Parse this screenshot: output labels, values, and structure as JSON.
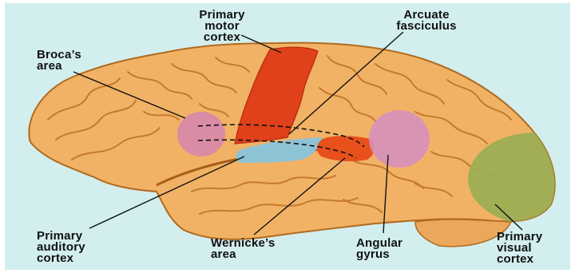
{
  "colors": {
    "background": "#d3eeee",
    "brain": "#f2b266",
    "brain_outline": "#b06a1e",
    "gyrus_line": "#c47a2a",
    "motor_cortex": "#e0401a",
    "wernicke": "#e8501c",
    "broca": "#d88aa8",
    "angular_gyrus": "#d790bb",
    "auditory_cortex": "#8ec3d6",
    "visual_cortex": "#9aae52",
    "leader_line": "#111111"
  },
  "labels": {
    "primary_motor_cortex": [
      "Primary",
      "motor",
      "cortex"
    ],
    "arcuate_fasciculus": [
      "Arcuate",
      "fasciculus"
    ],
    "brocas_area": [
      "Broca’s",
      "area"
    ],
    "primary_auditory_cortex": [
      "Primary",
      "auditory",
      "cortex"
    ],
    "wernickes_area": [
      "Wernicke’s",
      "area"
    ],
    "angular_gyrus": [
      "Angular",
      "gyrus"
    ],
    "primary_visual_cortex": [
      "Primary",
      "visual",
      "cortex"
    ]
  }
}
